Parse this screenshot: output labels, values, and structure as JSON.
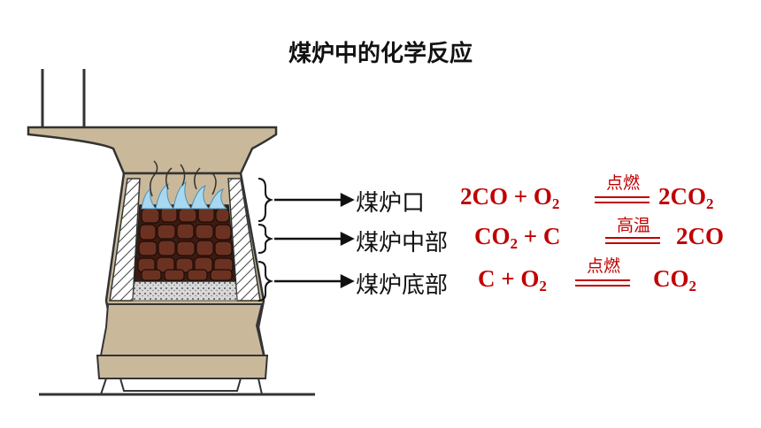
{
  "title": "煤炉中的化学反应",
  "zones": [
    {
      "label": "煤炉口",
      "reactants": [
        {
          "t": "2CO + O"
        },
        {
          "sub": "2"
        }
      ],
      "condition": "点燃",
      "products": [
        {
          "t": "2CO"
        },
        {
          "sub": "2"
        }
      ]
    },
    {
      "label": "煤炉中部",
      "reactants": [
        {
          "t": "CO"
        },
        {
          "sub": "2"
        },
        {
          "t": " + C"
        }
      ],
      "condition": "高温",
      "products": [
        {
          "t": "2CO"
        }
      ]
    },
    {
      "label": "煤炉底部",
      "reactants": [
        {
          "t": "C + O"
        },
        {
          "sub": "2"
        }
      ],
      "condition": "点燃",
      "products": [
        {
          "t": "CO"
        },
        {
          "sub": "2"
        }
      ]
    }
  ],
  "colors": {
    "equation": "#c00000",
    "stove_body": "#c9b99a",
    "coal": "#5a2a1c",
    "flame": "#a8d8f0",
    "ash": "#cfcfcf"
  }
}
